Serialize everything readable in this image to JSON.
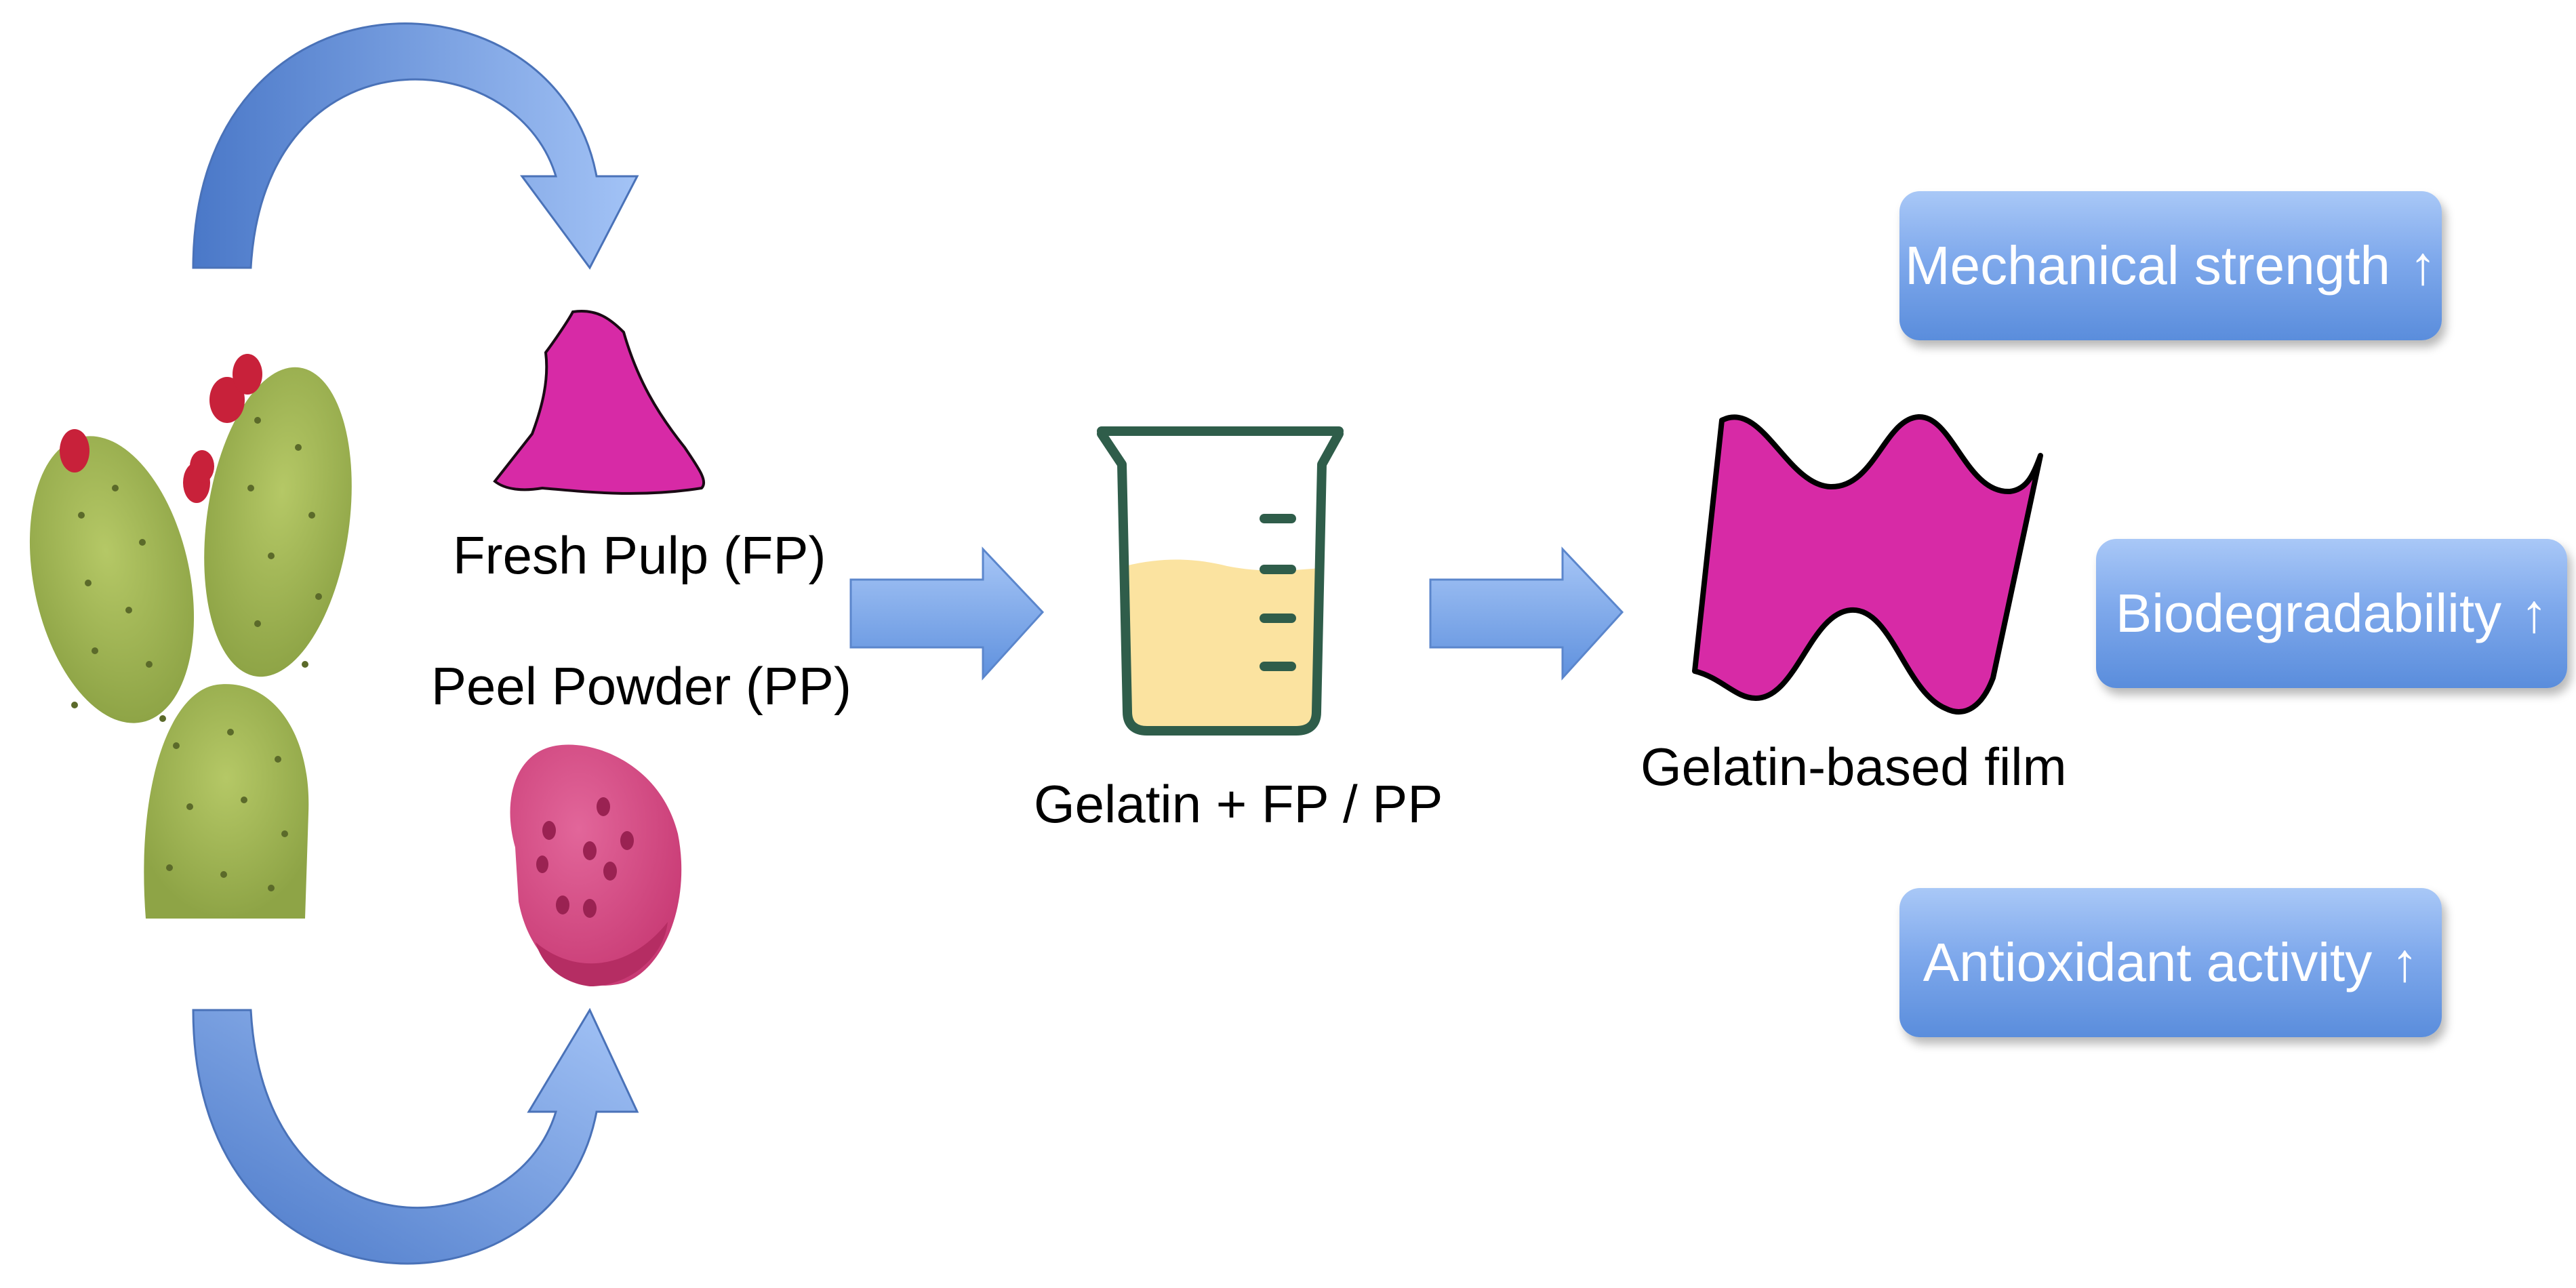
{
  "diagram": {
    "source_labels": {
      "fresh_pulp": "Fresh Pulp (FP)",
      "peel_powder": "Peel Powder (PP)"
    },
    "mixture_label": "Gelatin + FP / PP",
    "film_label": "Gelatin-based film",
    "properties": [
      {
        "label": "Mechanical strength",
        "trend": "↑"
      },
      {
        "label": "Biodegradability",
        "trend": "↑"
      },
      {
        "label": "Antioxidant activity",
        "trend": "↑"
      }
    ],
    "colors": {
      "arrow_blue": "#7aa7ee",
      "arrow_blue_dark": "#4a78c8",
      "magenta": "#d72aa6",
      "fruit_pink": "#d94f86",
      "beaker_green": "#2f5d4a",
      "liquid_yellow": "#fbe3a0",
      "cactus_green": "#9db34f",
      "cactus_fruit_red": "#c8213a"
    }
  }
}
